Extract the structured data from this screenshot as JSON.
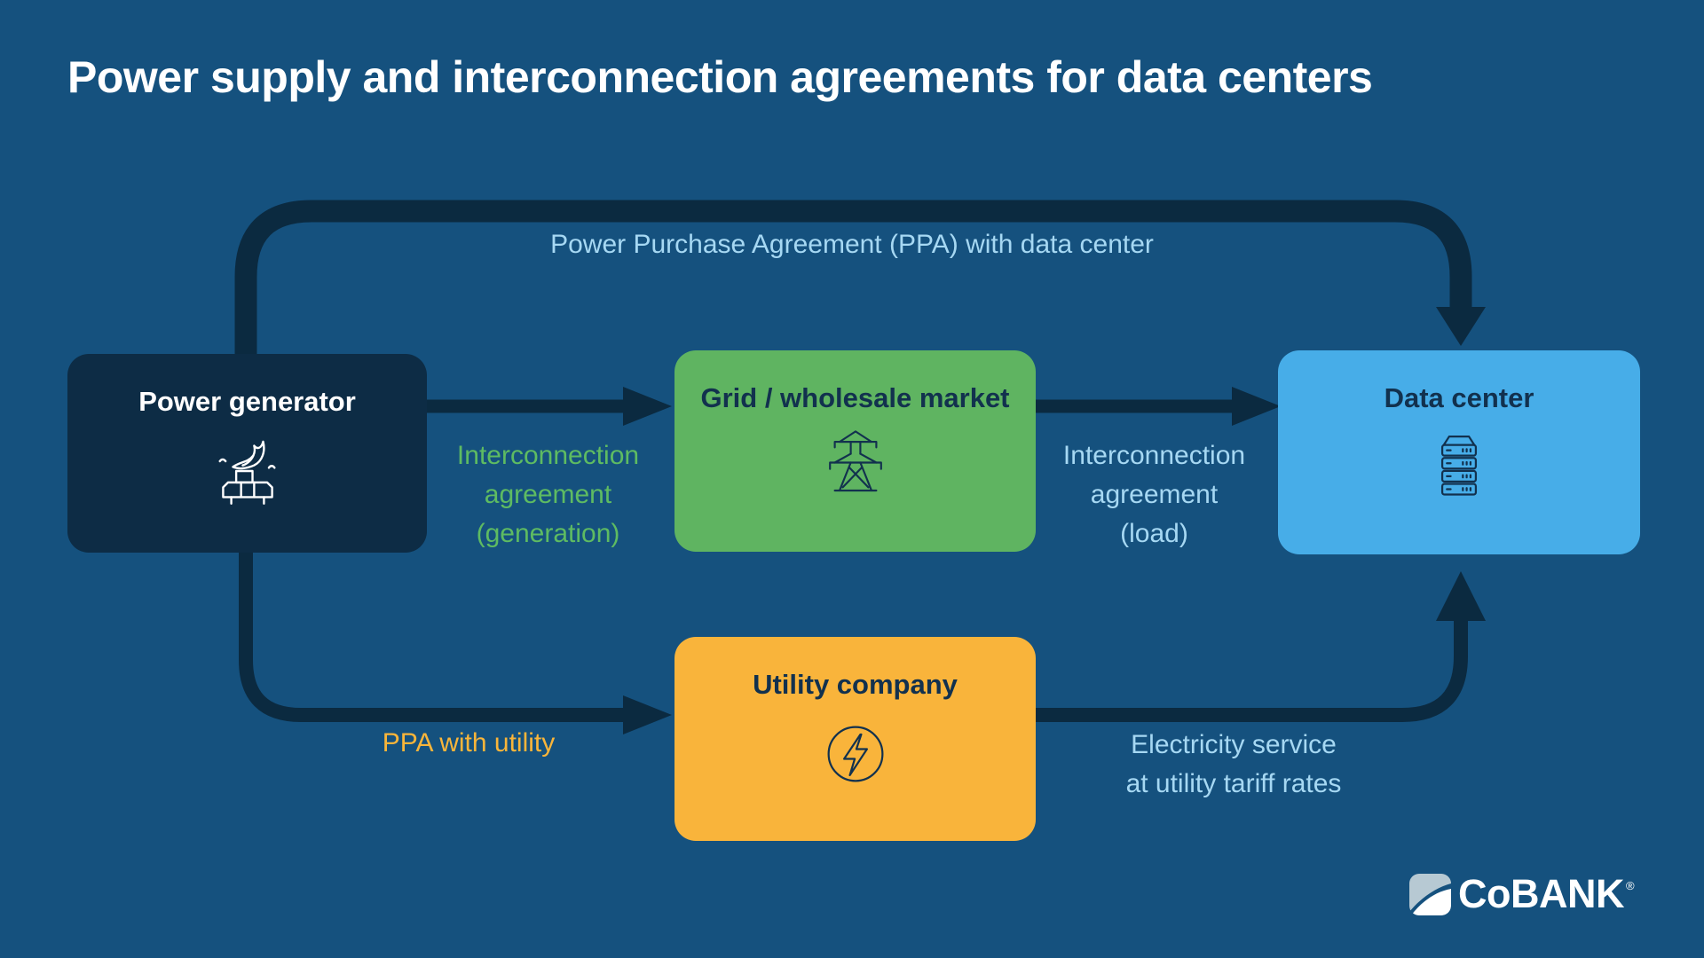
{
  "title": "Power supply and interconnection agreements for data centers",
  "colors": {
    "background": "#15517e",
    "arrow": "#0b2a40",
    "node_dark": "#0d2c45",
    "node_green": "#5fb461",
    "node_blue": "#47ade8",
    "node_yellow": "#f9b43b",
    "label_lightblue": "#a6d8f3",
    "label_green": "#5ebb62",
    "label_yellow": "#f9b53a",
    "dark_text": "#12314e"
  },
  "nodes": {
    "power_generator": {
      "label": "Power generator",
      "icon": "power-plant-icon"
    },
    "grid_market": {
      "label": "Grid / wholesale market",
      "icon": "transmission-tower-icon"
    },
    "data_center": {
      "label": "Data center",
      "icon": "server-stack-icon"
    },
    "utility_company": {
      "label": "Utility company",
      "icon": "lightning-bolt-icon"
    }
  },
  "edges": {
    "ppa_data_center": {
      "label": "Power Purchase Agreement (PPA) with data center",
      "from": "Power generator",
      "to": "Data center"
    },
    "interconnection_generation": {
      "lines": [
        "Interconnection",
        "agreement",
        "(generation)"
      ],
      "from": "Power generator",
      "to": "Grid / wholesale market"
    },
    "interconnection_load": {
      "lines": [
        "Interconnection",
        "agreement",
        "(load)"
      ],
      "from": "Grid / wholesale market",
      "to": "Data center"
    },
    "ppa_utility": {
      "label": "PPA with utility",
      "from": "Power generator",
      "to": "Utility company"
    },
    "electricity_service": {
      "lines": [
        "Electricity service",
        "at utility tariff rates"
      ],
      "from": "Utility company",
      "to": "Data center"
    }
  },
  "footer": {
    "logo_text": "CoBANK",
    "registered_mark": "®"
  }
}
